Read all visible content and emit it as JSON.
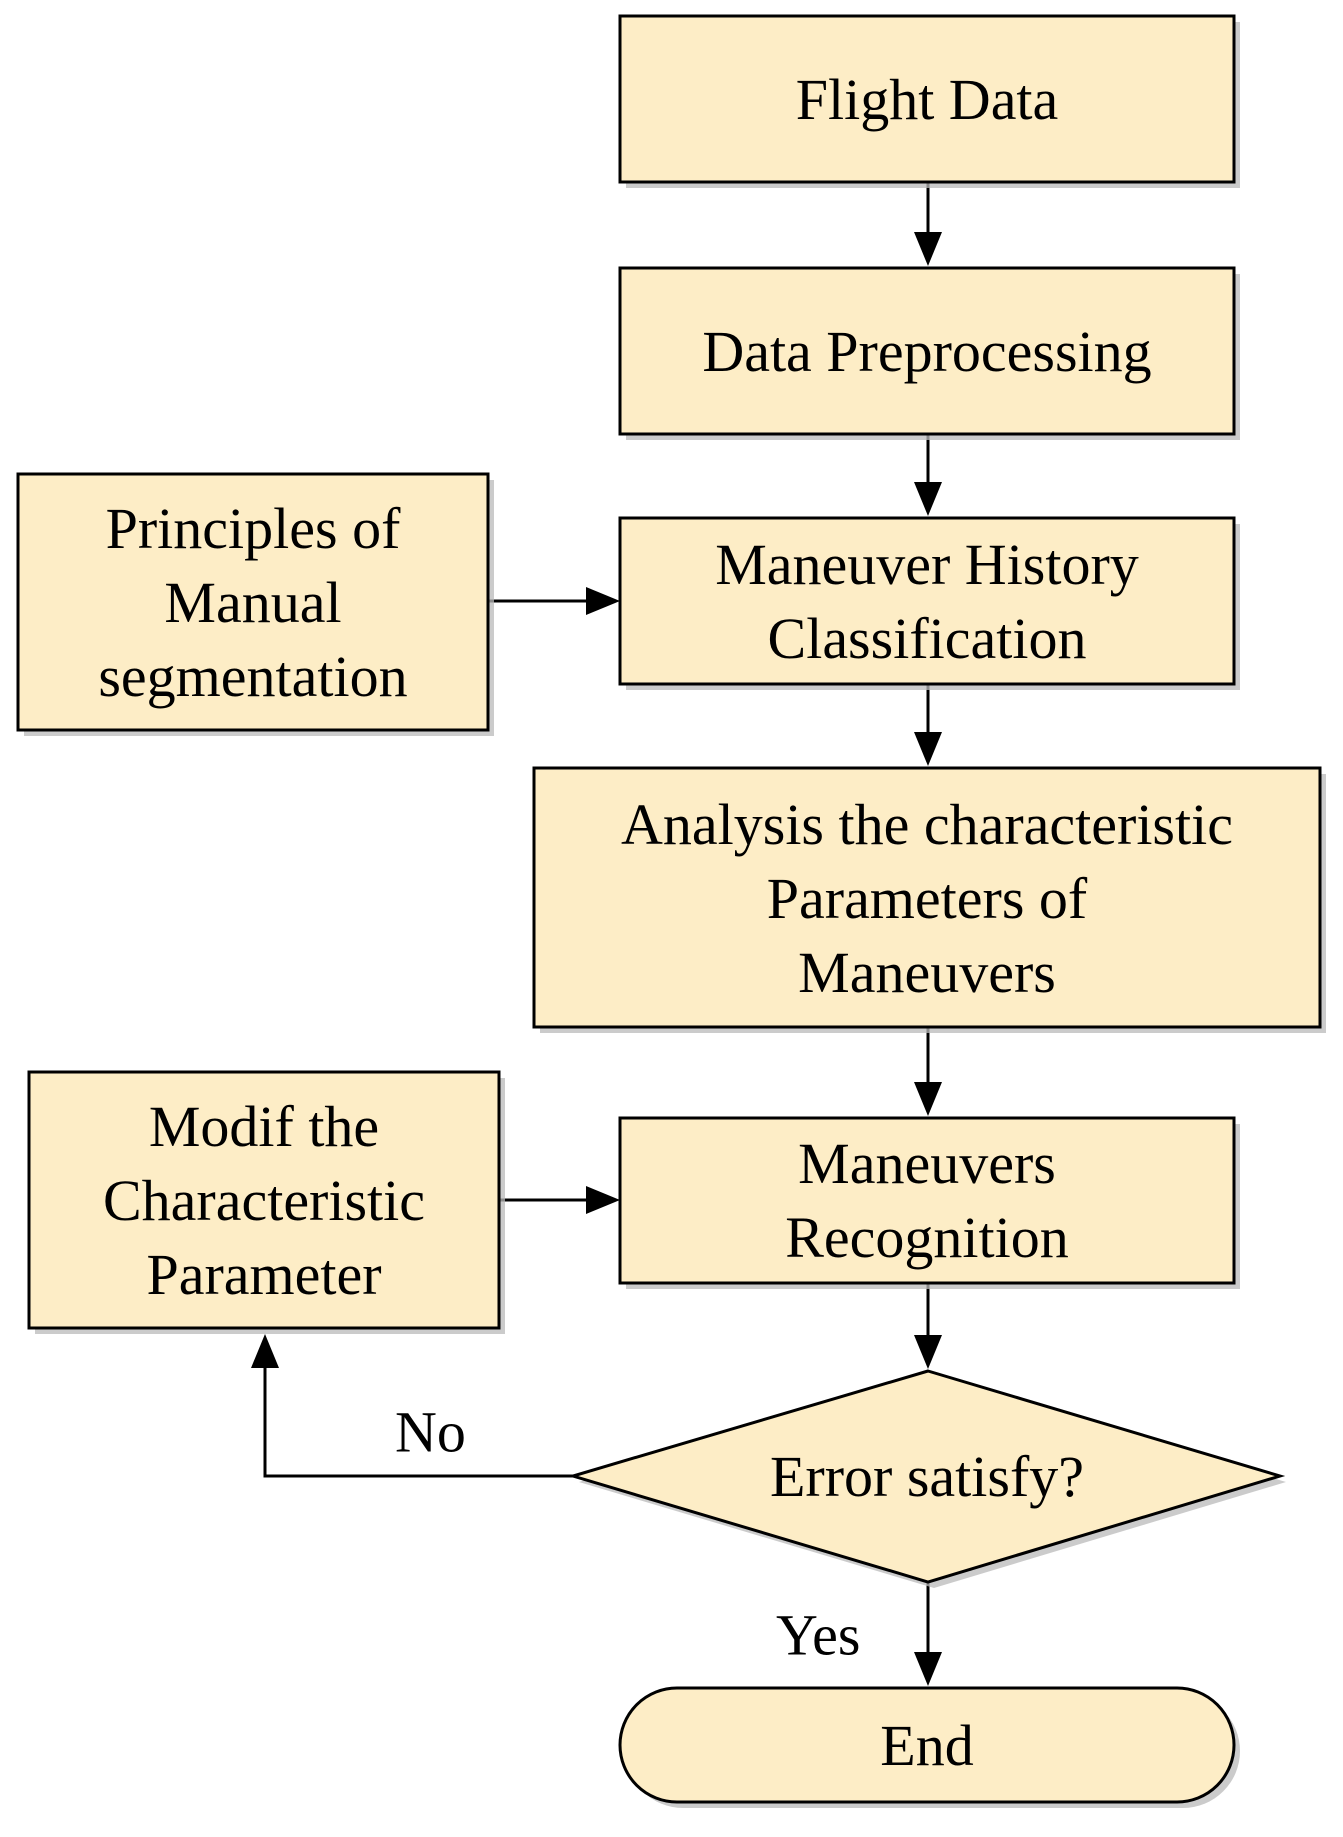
{
  "nodes": {
    "flight_data": [
      "Flight Data"
    ],
    "data_preprocessing": [
      "Data Preprocessing"
    ],
    "manual_segmentation": [
      "Principles of",
      "Manual",
      "segmentation"
    ],
    "maneuver_classification": [
      "Maneuver History",
      "Classification"
    ],
    "analysis_parameters": [
      "Analysis the characteristic",
      "Parameters of",
      "Maneuvers"
    ],
    "modify_parameter": [
      "Modif the",
      "Characteristic",
      "Parameter"
    ],
    "maneuvers_recognition": [
      "Maneuvers",
      "Recognition"
    ],
    "error_decision": [
      "Error satisfy?"
    ],
    "end": [
      "End"
    ]
  },
  "edge_labels": {
    "no": "No",
    "yes": "Yes"
  },
  "colors": {
    "box_fill": "#fdedc6",
    "stroke": "#000000",
    "shadow": "#b9b9b9"
  }
}
